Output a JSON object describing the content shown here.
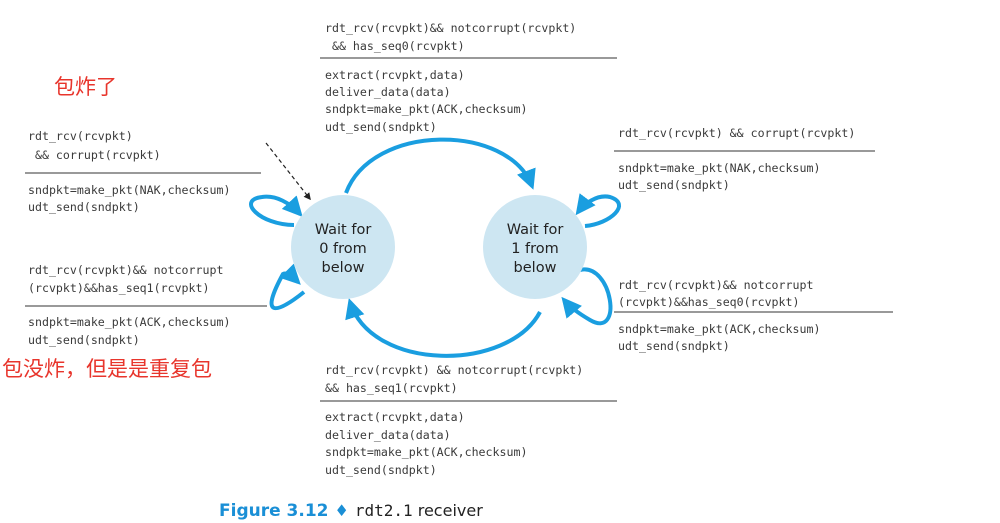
{
  "colors": {
    "arrow": "#1a9ee0",
    "state_fill": "#cde6f2",
    "annotation": "#e8352c",
    "figure_label": "#1a8fd6"
  },
  "states": {
    "wait0": {
      "lines": [
        "Wait for",
        "0 from",
        "below"
      ]
    },
    "wait1": {
      "lines": [
        "Wait for",
        "1 from",
        "below"
      ]
    }
  },
  "transitions": {
    "top": {
      "event": [
        "rdt_rcv(rcvpkt)&& notcorrupt(rcvpkt)",
        " && has_seq0(rcvpkt)"
      ],
      "actions": [
        "extract(rcvpkt,data)",
        "deliver_data(data)",
        "sndpkt=make_pkt(ACK,checksum)",
        "udt_send(sndpkt)"
      ]
    },
    "left_upper": {
      "event": [
        "rdt_rcv(rcvpkt)",
        " && corrupt(rcvpkt)"
      ],
      "actions": [
        "sndpkt=make_pkt(NAK,checksum)",
        "udt_send(sndpkt)"
      ]
    },
    "left_lower": {
      "event": [
        "rdt_rcv(rcvpkt)&& notcorrupt",
        "(rcvpkt)&&has_seq1(rcvpkt)"
      ],
      "actions": [
        "sndpkt=make_pkt(ACK,checksum)",
        "udt_send(sndpkt)"
      ]
    },
    "right_upper": {
      "event": [
        "rdt_rcv(rcvpkt) && corrupt(rcvpkt)"
      ],
      "actions": [
        "sndpkt=make_pkt(NAK,checksum)",
        "udt_send(sndpkt)"
      ]
    },
    "right_lower": {
      "event": [
        "rdt_rcv(rcvpkt)&& notcorrupt",
        "(rcvpkt)&&has_seq0(rcvpkt)"
      ],
      "actions": [
        "sndpkt=make_pkt(ACK,checksum)",
        "udt_send(sndpkt)"
      ]
    },
    "bottom": {
      "event": [
        "rdt_rcv(rcvpkt) && notcorrupt(rcvpkt)",
        "&& has_seq1(rcvpkt)"
      ],
      "actions": [
        "extract(rcvpkt,data)",
        "deliver_data(data)",
        "sndpkt=make_pkt(ACK,checksum)",
        "udt_send(sndpkt)"
      ]
    }
  },
  "annotations": {
    "corrupted": "包炸了",
    "duplicate": "包没炸，但是是重复包"
  },
  "caption": {
    "figure": "Figure 3.12",
    "separator": "♦",
    "mono": "rdt2.1",
    "text": " receiver"
  }
}
